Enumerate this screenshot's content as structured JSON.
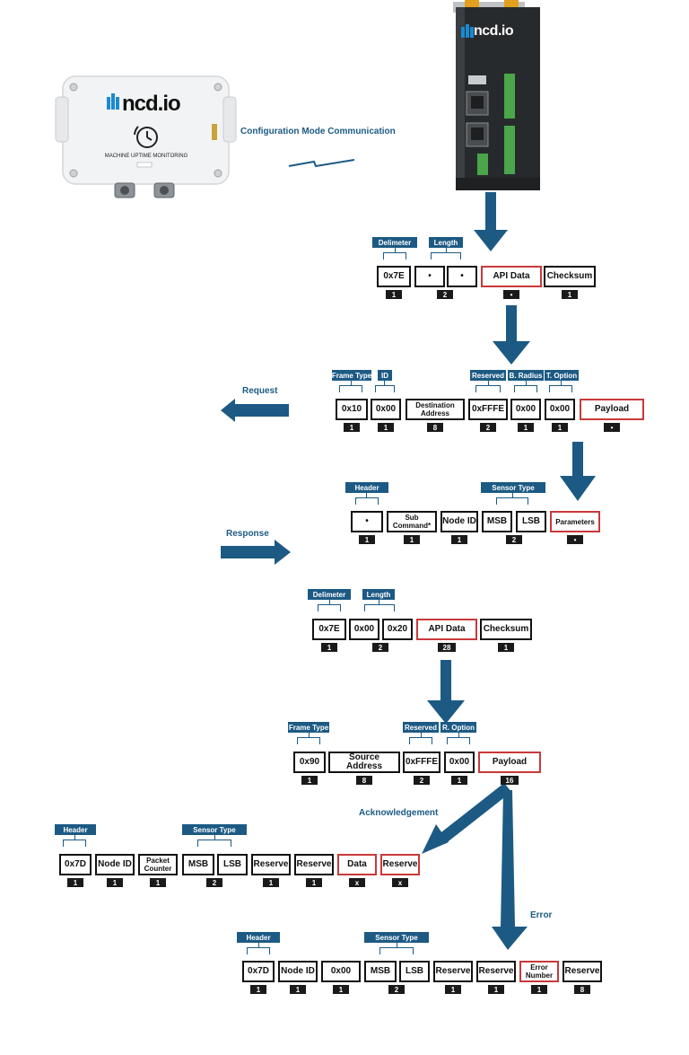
{
  "sensor": {
    "logo": "ncd.io",
    "product": "MACHINE UPTIME MONITORING"
  },
  "gateway": {
    "logo": "ncd.io"
  },
  "labels": {
    "config": "Configuration Mode Communication",
    "request": "Request",
    "response": "Response",
    "ack": "Acknowledgement",
    "error": "Error"
  },
  "frame1": {
    "tags": [
      "Delimeter",
      "Length"
    ],
    "cells": [
      "0x7E",
      "•",
      "•",
      "API Data",
      "Checksum"
    ],
    "counts": [
      "1",
      "2",
      "•",
      "1"
    ]
  },
  "frame2": {
    "tags": [
      "Frame Type",
      "ID",
      "Reserved",
      "B. Radius",
      "T. Option"
    ],
    "cells": [
      "0x10",
      "0x00",
      "Destination Address",
      "0xFFFE",
      "0x00",
      "0x00",
      "Payload"
    ],
    "counts": [
      "1",
      "1",
      "8",
      "2",
      "1",
      "1",
      "•"
    ]
  },
  "frame3": {
    "tags": [
      "Header",
      "Sensor Type"
    ],
    "cells": [
      "•",
      "Sub Command*",
      "Node ID",
      "MSB",
      "LSB",
      "Parameters"
    ],
    "counts": [
      "1",
      "1",
      "1",
      "2",
      "•"
    ]
  },
  "frame4": {
    "tags": [
      "Delimeter",
      "Length"
    ],
    "cells": [
      "0x7E",
      "0x00",
      "0x20",
      "API Data",
      "Checksum"
    ],
    "counts": [
      "1",
      "2",
      "28",
      "1"
    ]
  },
  "frame5": {
    "tags": [
      "Frame Type",
      "Reserved",
      "R. Option"
    ],
    "cells": [
      "0x90",
      "Source Address",
      "0xFFFE",
      "0x00",
      "Payload"
    ],
    "counts": [
      "1",
      "8",
      "2",
      "1",
      "16"
    ]
  },
  "frame6": {
    "tags": [
      "Header",
      "Sensor Type"
    ],
    "cells": [
      "0x7D",
      "Node ID",
      "Packet Counter",
      "MSB",
      "LSB",
      "Reserve",
      "Reserve",
      "Data",
      "Reserve"
    ],
    "counts": [
      "1",
      "1",
      "1",
      "2",
      "1",
      "1",
      "x",
      "x"
    ]
  },
  "frame7": {
    "tags": [
      "Header",
      "Sensor Type"
    ],
    "cells": [
      "0x7D",
      "Node ID",
      "0x00",
      "MSB",
      "LSB",
      "Reserve",
      "Reserve",
      "Error Number",
      "Reserve"
    ],
    "counts": [
      "1",
      "1",
      "1",
      "2",
      "1",
      "1",
      "1",
      "8"
    ]
  },
  "colors": {
    "accent": "#1c5a84",
    "highlight": "#c8393a",
    "dark": "#1a1a1a"
  }
}
